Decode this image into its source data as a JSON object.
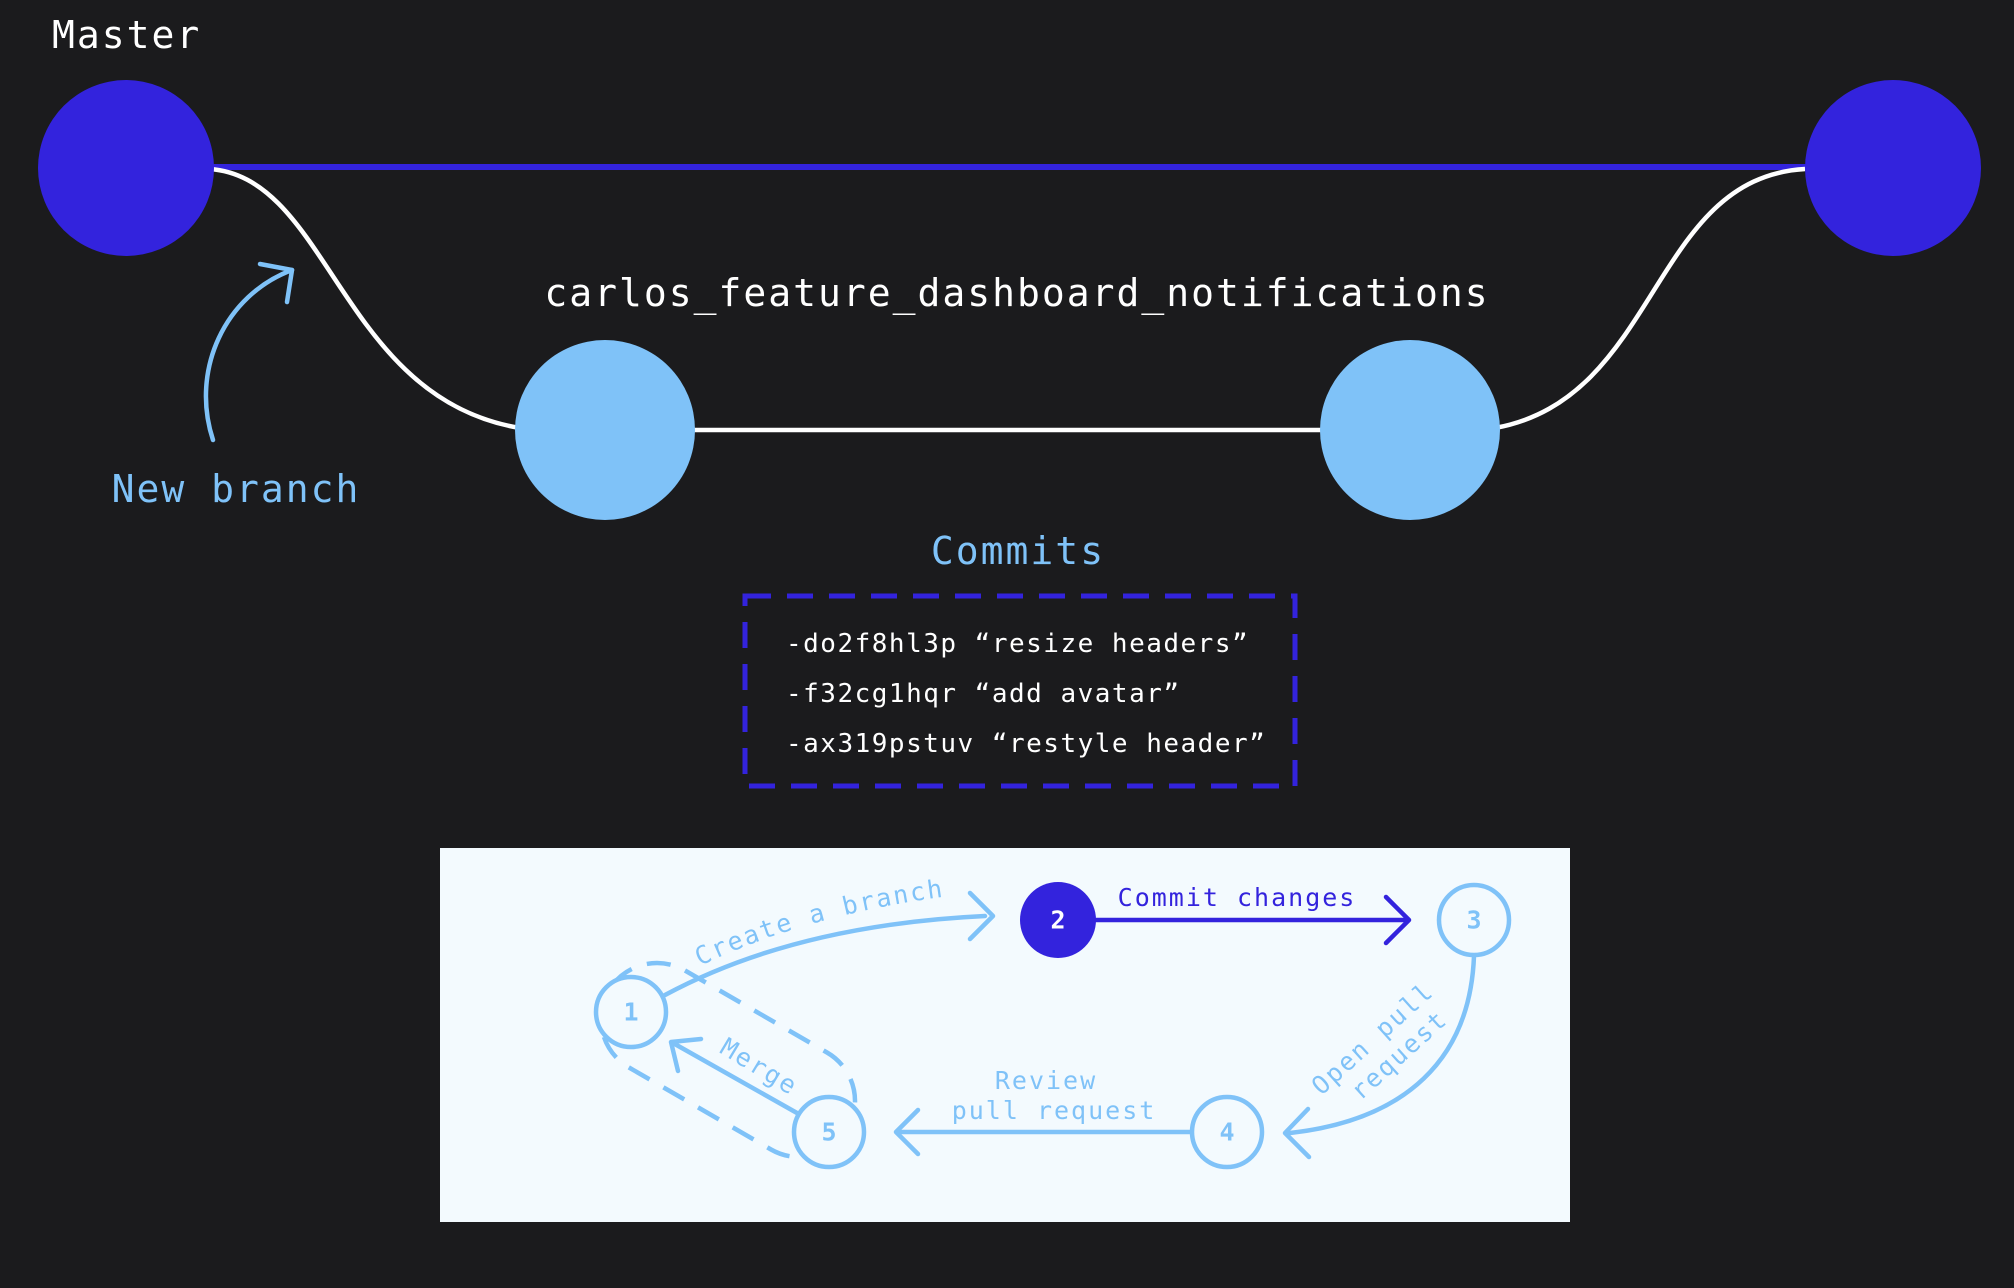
{
  "colors": {
    "background": "#1b1b1d",
    "master": "#3323dd",
    "branch": "#7fc2f8",
    "line_white": "#ffffff",
    "panel": "#f3fafe"
  },
  "graph": {
    "master_label": "Master",
    "branch_label": "carlos_feature_dashboard_notifications",
    "new_branch_label": "New branch",
    "commits_title": "Commits",
    "commits": [
      "-do2f8hl3p “resize headers”",
      "-f32cg1hqr “add avatar”",
      "-ax319pstuv “restyle header”"
    ]
  },
  "workflow": {
    "steps": [
      "1",
      "2",
      "3",
      "4",
      "5"
    ],
    "active_step": "2",
    "edges": {
      "create_branch": "Create a branch",
      "commit_changes": "Commit changes",
      "open_pr_line1": "Open pull",
      "open_pr_line2": "request",
      "review_line1": "Review",
      "review_line2": "pull request",
      "merge": "Merge"
    }
  }
}
